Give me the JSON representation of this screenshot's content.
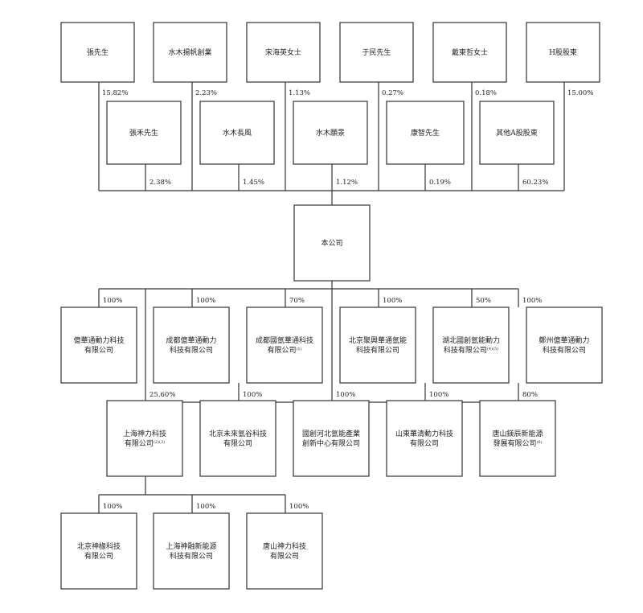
{
  "shareholders_top": [
    {
      "label": "張先生",
      "pct": "15.82%"
    },
    {
      "label": "水木揚帆創業",
      "pct": "2.23%"
    },
    {
      "label": "宋海英女士",
      "pct": "1.13%"
    },
    {
      "label": "于民先生",
      "pct": "0.27%"
    },
    {
      "label": "戴東哲女士",
      "pct": "0.18%"
    },
    {
      "label": "H股股東",
      "pct": "15.00%"
    }
  ],
  "shareholders_mid": [
    {
      "label": "張禾先生",
      "pct": "2.38%"
    },
    {
      "label": "水木長風",
      "pct": "1.45%"
    },
    {
      "label": "水木願景",
      "pct": "1.12%"
    },
    {
      "label": "康智先生",
      "pct": "0.19%"
    },
    {
      "label": "其他A股股東",
      "pct": "60.23%"
    }
  ],
  "company": {
    "label": "本公司"
  },
  "subsidiaries": [
    {
      "lines": [
        "億華通動力科技",
        "有限公司"
      ],
      "note": "",
      "pct": "100%"
    },
    {
      "lines": [
        "成都億華通動力",
        "科技有限公司"
      ],
      "note": "",
      "pct": "100%"
    },
    {
      "lines": [
        "成都國氫華通科技",
        "有限公司"
      ],
      "note": "(1)",
      "pct": "70%"
    },
    {
      "lines": [
        "北京聚興華通氫能",
        "科技有限公司"
      ],
      "note": "",
      "pct": "100%"
    },
    {
      "lines": [
        "湖北國創氫能動力",
        "科技有限公司"
      ],
      "note": "(4)(5)",
      "pct": "50%"
    },
    {
      "lines": [
        "鄭州億華通動力",
        "科技有限公司"
      ],
      "note": "",
      "pct": "100%"
    }
  ],
  "second_tier": [
    {
      "lines": [
        "上海神力科技",
        "有限公司"
      ],
      "note": "(2)(3)",
      "pct": "25.60%"
    },
    {
      "lines": [
        "北京未來氫谷科技",
        "有限公司"
      ],
      "note": "",
      "pct": "100%"
    },
    {
      "lines": [
        "國創河北氫能產業",
        "創新中心有限公司"
      ],
      "note": "",
      "pct": "100%"
    },
    {
      "lines": [
        "山東華清動力科技",
        "有限公司"
      ],
      "note": "",
      "pct": "100%"
    },
    {
      "lines": [
        "唐山鎂辰新能源",
        "發展有限公司"
      ],
      "note": "(6)",
      "pct": "80%"
    }
  ],
  "third_tier": [
    {
      "lines": [
        "北京神椽科技",
        "有限公司"
      ],
      "note": "",
      "pct": "100%"
    },
    {
      "lines": [
        "上海神融新能源",
        "科技有限公司"
      ],
      "note": "",
      "pct": "100%"
    },
    {
      "lines": [
        "唐山神力科技",
        "有限公司"
      ],
      "note": "",
      "pct": "100%"
    }
  ]
}
